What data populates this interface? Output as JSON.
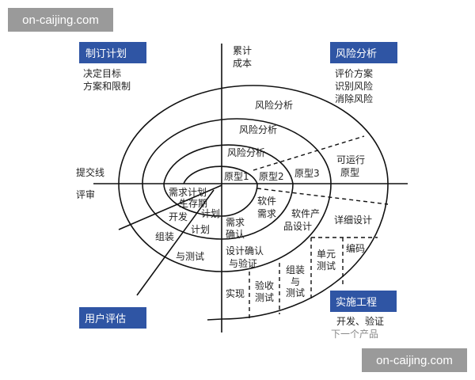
{
  "watermark_top": "on-caijing.com",
  "watermark_bottom": "on-caijing.com",
  "colors": {
    "box": "#2f55a4",
    "line": "#111111"
  },
  "quadrants": {
    "plan": {
      "title": "制订计划",
      "lines": [
        "决定目标",
        "方案和限制"
      ]
    },
    "risk": {
      "title": "风险分析",
      "lines": [
        "评价方案",
        "识别风险",
        "消除风险"
      ]
    },
    "user": {
      "title": "用户评估"
    },
    "eng": {
      "title": "实施工程",
      "lines": [
        "开发、验证",
        "下一个产品"
      ]
    }
  },
  "axis": {
    "y_label": [
      "累计",
      "成本"
    ],
    "submit": "提交线",
    "review": "评审"
  },
  "labels": {
    "risk1": "风险分析",
    "risk2": "风险分析",
    "risk3": "风险分析",
    "proto1": "原型1",
    "proto2": "原型2",
    "proto3": "原型3",
    "runnable": [
      "可运行",
      "原型"
    ],
    "req_plan": "需求计划",
    "lifecycle": "生存期",
    "lifecycle2": "计划",
    "dev_plan": [
      "开发",
      "计划"
    ],
    "assembly_test": [
      "组装",
      "与测试"
    ],
    "sw_req": [
      "软件",
      "需求"
    ],
    "req_confirm": [
      "需求",
      "确认"
    ],
    "sw_design": [
      "软件产",
      "品设计"
    ],
    "detail_design": "详细设计",
    "design_verify": [
      "设计确认",
      "与验证"
    ],
    "unit_test": [
      "单元",
      "测试"
    ],
    "coding": "编码",
    "integration": [
      "组装",
      "与",
      "测试"
    ],
    "acceptance": [
      "验收",
      "测试"
    ],
    "implement": "实现"
  }
}
